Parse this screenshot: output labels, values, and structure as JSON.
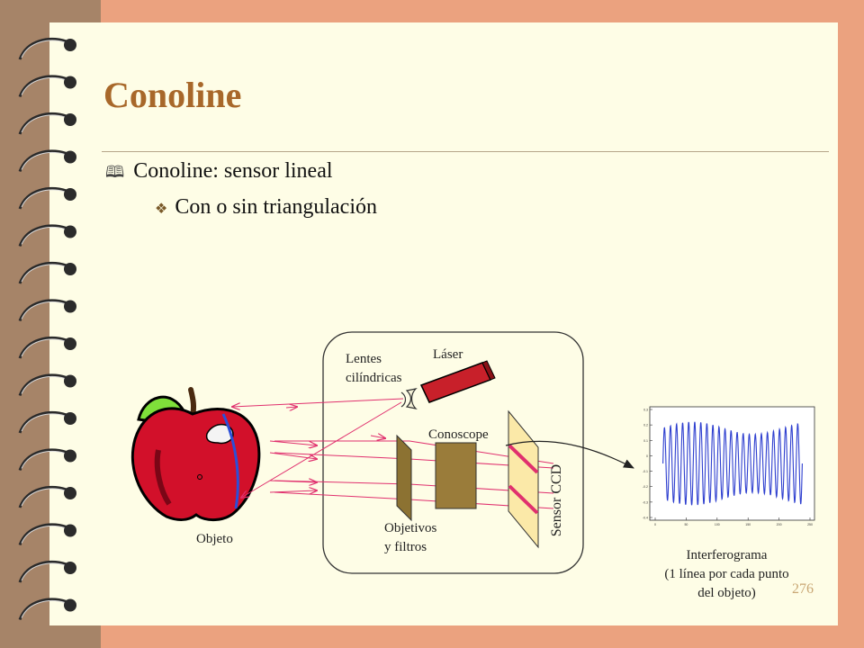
{
  "slide": {
    "title": "Conoline",
    "bullet_level1": "Conoline: sensor lineal",
    "bullet_level2": "Con o sin triangulación",
    "page_number": "276"
  },
  "diagram": {
    "labels": {
      "laser": "Láser",
      "lenses_line1": "Lentes",
      "lenses_line2": "cilíndricas",
      "conoscope": "Conoscope",
      "sensor": "Sensor CCD",
      "objectives_line1": "Objetivos",
      "objectives_line2": "y filtros",
      "object": "Objeto"
    },
    "caption_lines": [
      "Interferograma",
      "(1 línea por cada punto",
      "del objeto)"
    ]
  },
  "chart_data": {
    "type": "line",
    "title": "",
    "xlabel": "",
    "ylabel": "",
    "x_ticks": [
      "0",
      "50",
      "100",
      "150",
      "200",
      "250"
    ],
    "y_ticks": [
      "0.3",
      "0.2",
      "0.1",
      "0",
      "-0.1",
      "-0.2",
      "-0.3",
      "-0.4"
    ],
    "xlim": [
      0,
      250
    ],
    "ylim": [
      -0.4,
      0.3
    ],
    "cycles": 23,
    "amplitude": 0.27,
    "grid": false,
    "series_color": "#2e3fcf"
  },
  "colors": {
    "title": "#a8682a",
    "apple_red": "#d2102a",
    "leaf_green": "#7fe03a",
    "laser_red": "#c8202a",
    "beam_pink": "#e0306e",
    "objective_olive": "#8c7232"
  }
}
